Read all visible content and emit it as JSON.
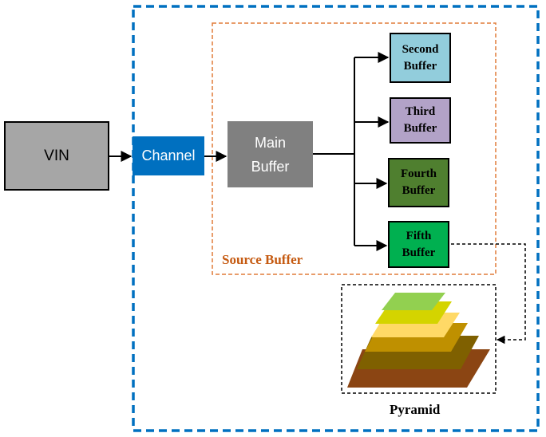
{
  "diagram": {
    "nodes": {
      "vin": "VIN",
      "channel": "Channel",
      "main_buffer_line1": "Main",
      "main_buffer_line2": "Buffer",
      "second_line1": "Second",
      "second_line2": "Buffer",
      "third_line1": "Third",
      "third_line2": "Buffer",
      "fourth_line1": "Fourth",
      "fourth_line2": "Buffer",
      "fifth_line1": "Fifth",
      "fifth_line2": "Buffer"
    },
    "group_labels": {
      "source_buffer": "Source Buffer",
      "pyramid": "Pyramid"
    },
    "colors": {
      "outer_border": "#0070c0",
      "source_border": "#e07b39",
      "source_label": "#c55a11",
      "vin": "#a6a6a6",
      "channel": "#0070c0",
      "main_buffer": "#808080",
      "second_buffer": "#92cddc",
      "third_buffer": "#b2a2c7",
      "fourth_buffer": "#4f7f2f",
      "fifth_buffer": "#00b050",
      "pyramid_layers": [
        "#8b4513",
        "#7f6000",
        "#bf9000",
        "#ffd966",
        "#d4d400",
        "#92d050"
      ]
    },
    "edges": [
      {
        "from": "vin",
        "to": "channel"
      },
      {
        "from": "channel",
        "to": "main_buffer"
      },
      {
        "from": "main_buffer",
        "to": "second_buffer"
      },
      {
        "from": "main_buffer",
        "to": "third_buffer"
      },
      {
        "from": "main_buffer",
        "to": "fourth_buffer"
      },
      {
        "from": "main_buffer",
        "to": "fifth_buffer"
      },
      {
        "from": "fifth_buffer",
        "to": "pyramid",
        "style": "dashed"
      }
    ]
  }
}
